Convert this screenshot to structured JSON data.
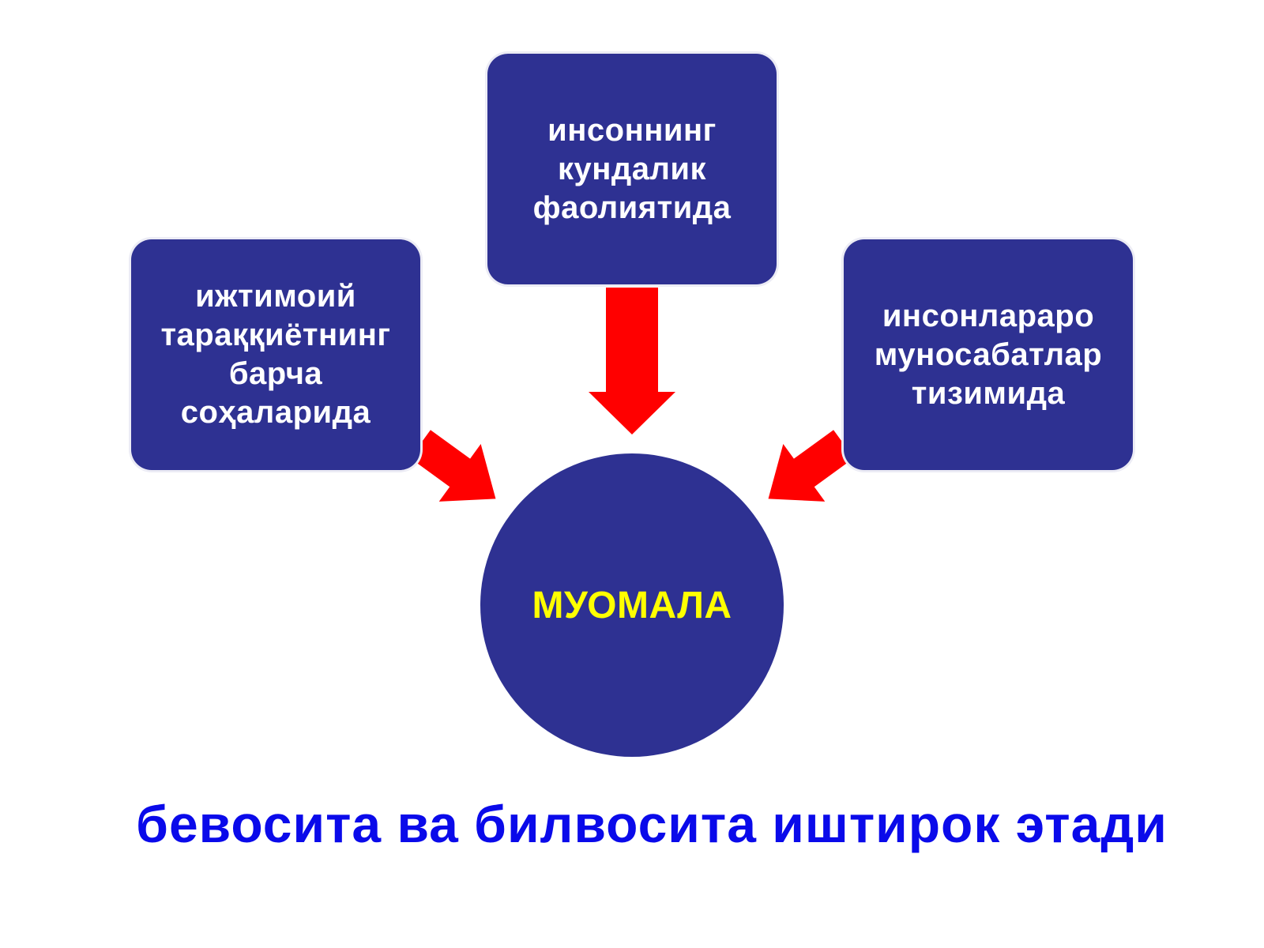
{
  "colors": {
    "box_fill": "#2e3192",
    "box_text": "#ffffff",
    "center_label": "#ffff00",
    "arrow": "#ff0000",
    "caption": "#0a0aea"
  },
  "boxes": {
    "left": "ижтимоий\nтараққиётнинг\nбарча\nсоҳаларида",
    "top": "инсоннинг\nкундалик\nфаолиятида",
    "right": "инсонлараро\nмуносабатлар\nтизимида"
  },
  "center": {
    "label": "МУОМАЛА"
  },
  "caption": "бевосита ва билвосита иштирок этади"
}
